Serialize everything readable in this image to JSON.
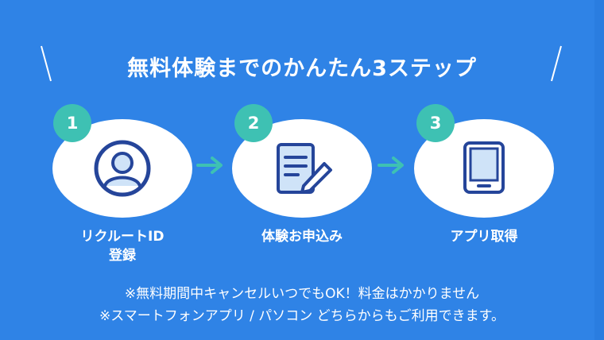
{
  "title": "無料体験までのかんたん3ステップ",
  "steps": [
    {
      "number": "1",
      "label_line1": "リクルートID",
      "label_line2": "登録",
      "icon": "user-account-icon"
    },
    {
      "number": "2",
      "label_line1": "体験お申込み",
      "label_line2": "",
      "icon": "form-pen-icon"
    },
    {
      "number": "3",
      "label_line1": "アプリ取得",
      "label_line2": "",
      "icon": "tablet-icon"
    }
  ],
  "notes": [
    "※無料期間中キャンセルいつでもOK！料金はかかりません",
    "※スマートフォンアプリ / パソコン どちらからもご利用できます。"
  ],
  "colors": {
    "background": "#2f83e6",
    "badge": "#3ec1b3",
    "icon_stroke": "#25459a",
    "icon_fill": "#cfe3f8",
    "arrow": "#3ec1b3"
  }
}
